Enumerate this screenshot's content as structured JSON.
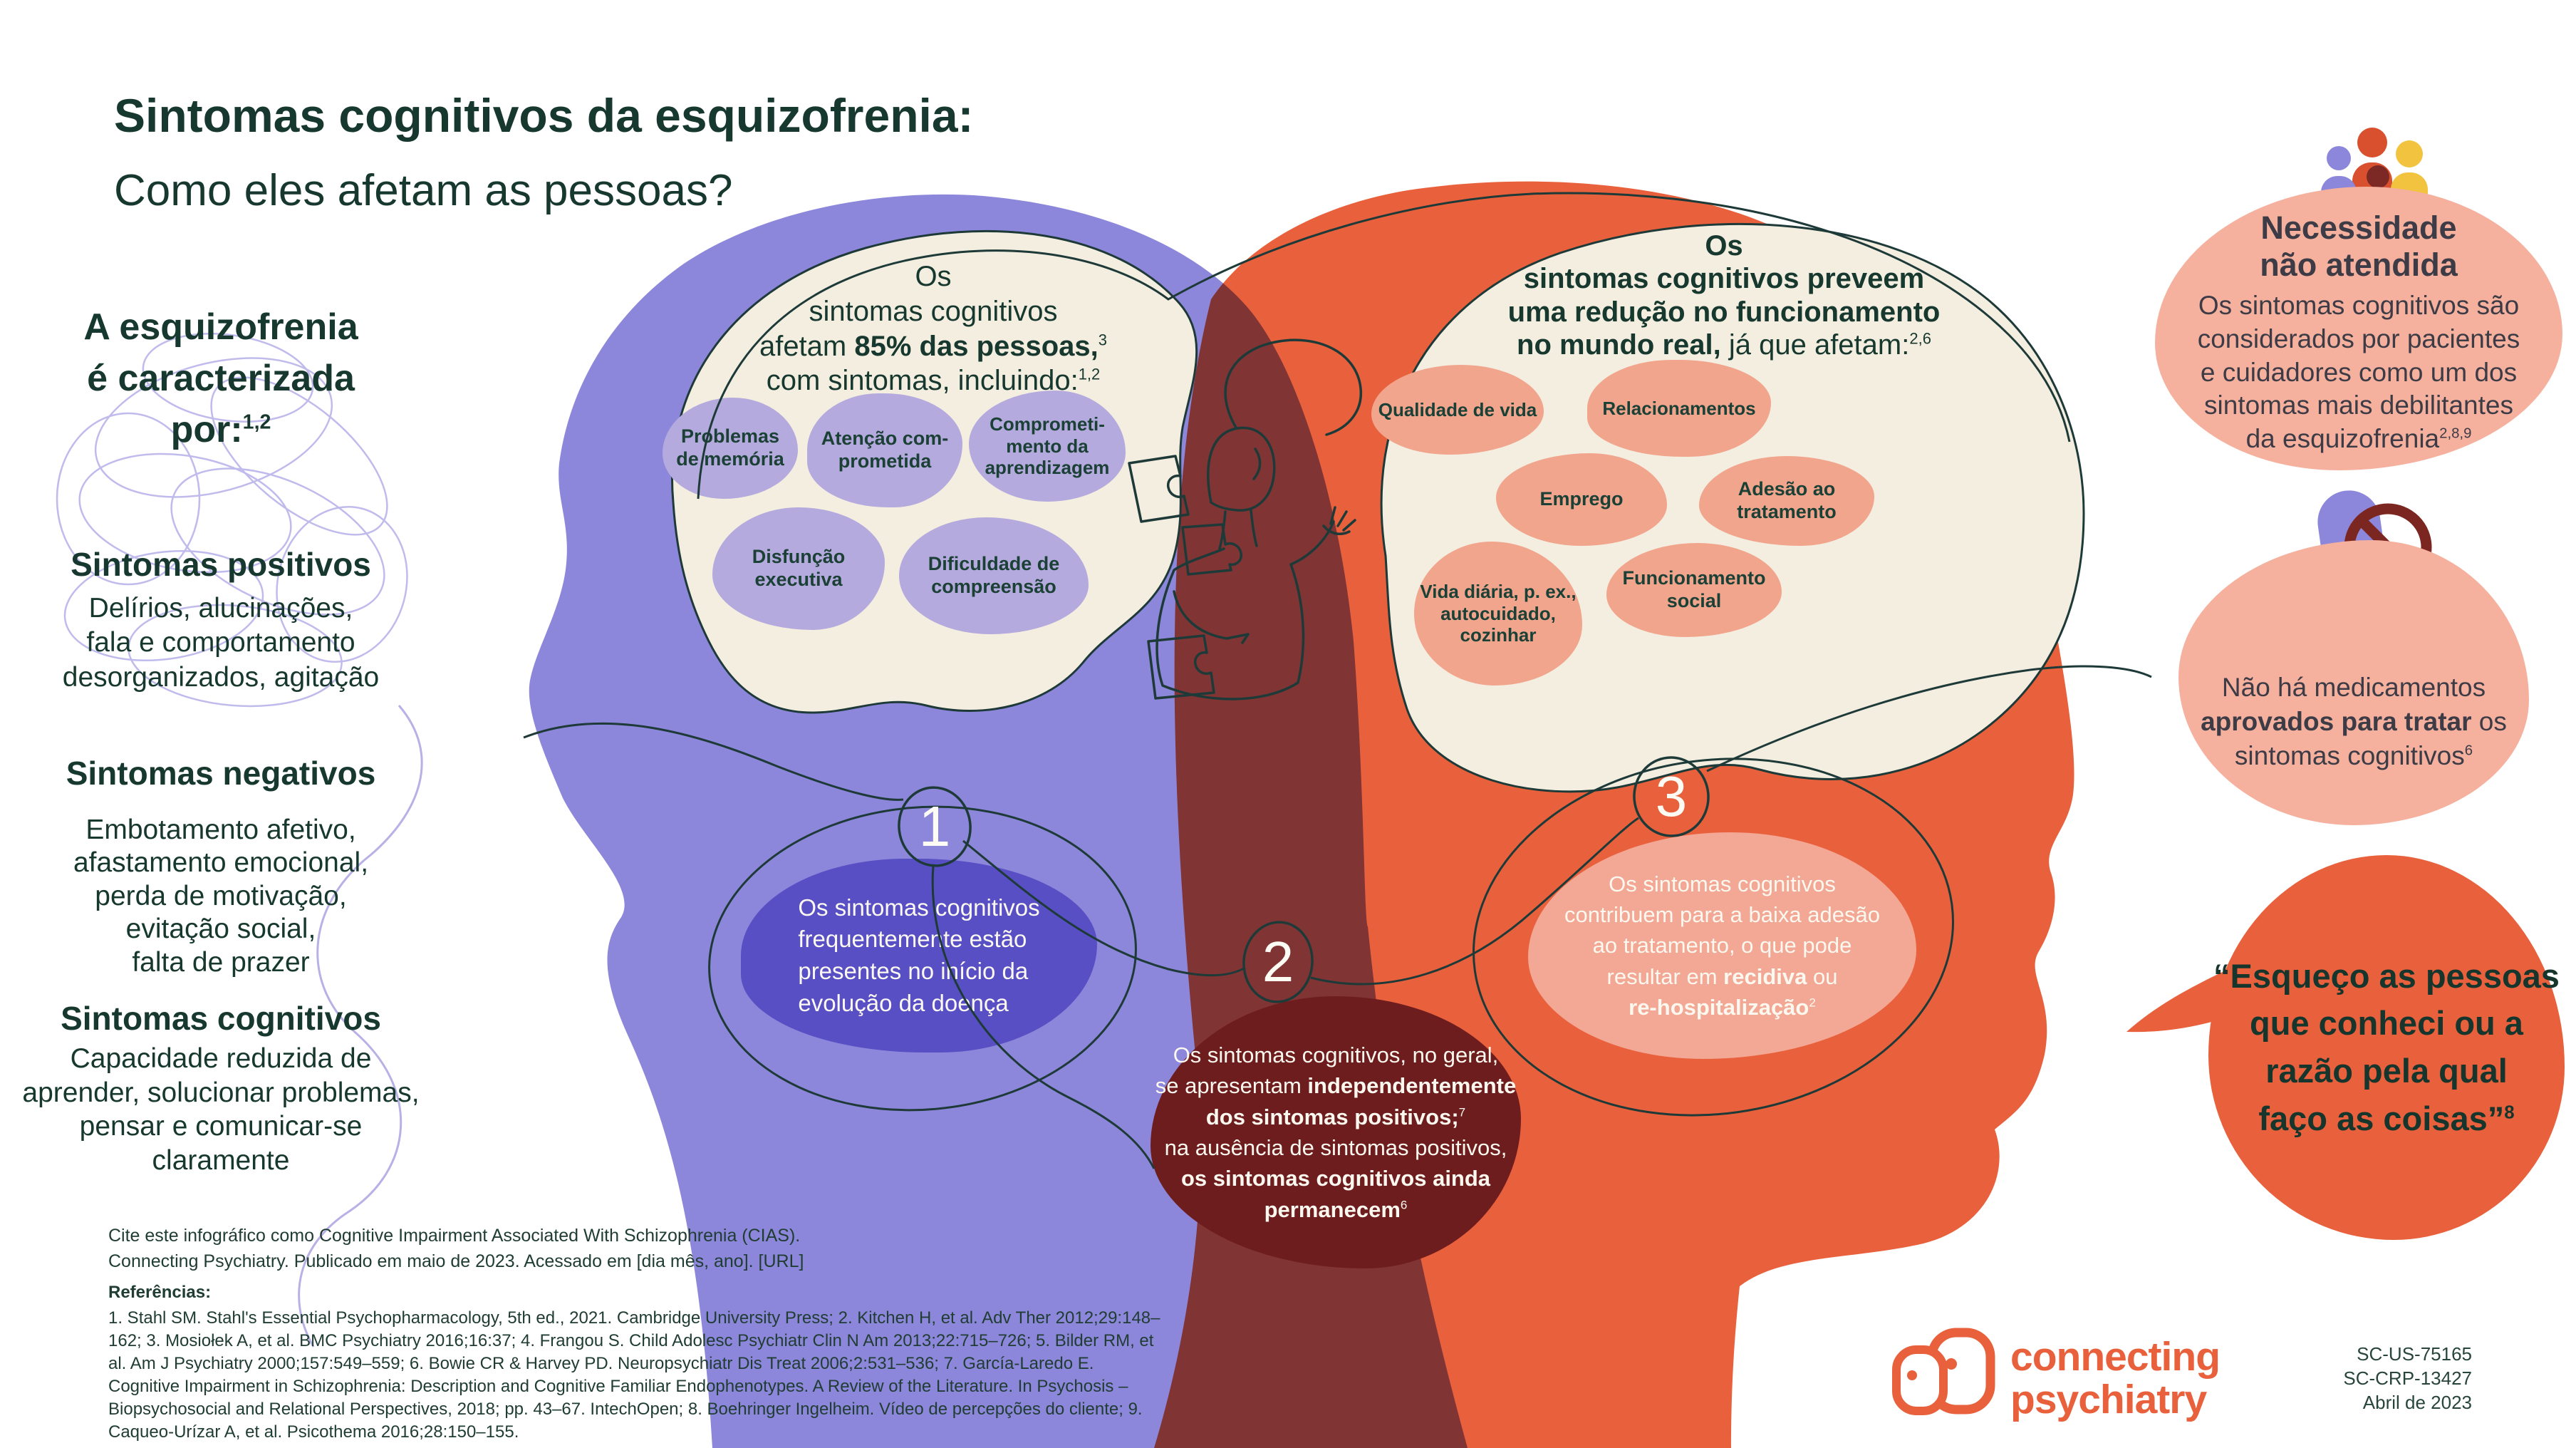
{
  "title": {
    "line1": "Sintomas cognitivos da esquizofrenia:",
    "line2": "Como eles afetam as pessoas?"
  },
  "left": {
    "intro_segments": [
      {
        "text": "A esquizofrenia\né caracterizada\npor:"
      },
      {
        "text": "1,2",
        "sup": true
      }
    ],
    "sections": [
      {
        "heading": "Sintomas positivos",
        "body": "Delírios, alucinações,\nfala e comportamento\ndesorganizados, agitação"
      },
      {
        "heading": "Sintomas negativos",
        "body": "Embotamento afetivo,\nafastamento emocional,\nperda de motivação,\nevitação social,\nfalta de prazer"
      },
      {
        "heading": "Sintomas cognitivos",
        "body": "Capacidade reduzida de\naprender, solucionar problemas,\npensar e comunicar-se\nclaramente"
      }
    ]
  },
  "purple_head": {
    "intro_segments": [
      {
        "text": "Os\nsintomas cognitivos\nafetam "
      },
      {
        "text": "85% das pessoas,",
        "bold": true
      },
      {
        "text": "3",
        "sup": true
      },
      {
        "text": "\ncom sintomas, incluindo:"
      },
      {
        "text": "1,2",
        "sup": true
      }
    ],
    "bubbles": [
      "Problemas\nde memória",
      "Atenção com-\nprometida",
      "Comprometi-\nmento da\naprendizagem",
      "Disfunção\nexecutiva",
      "Dificuldade de\ncompreensão"
    ]
  },
  "orange_head": {
    "intro_segments": [
      {
        "text": "Os\nsintomas cognitivos preveem\numa redução no funcionamento\nno mundo real,",
        "bold": true
      },
      {
        "text": " já que afetam:"
      },
      {
        "text": "2,6",
        "sup": true
      }
    ],
    "bubbles": [
      "Qualidade de vida",
      "Relacionamentos",
      "Emprego",
      "Adesão ao\ntratamento",
      "Vida diária, p. ex.,\nautocuidado,\ncozinhar",
      "Funcionamento\nsocial"
    ]
  },
  "callouts": [
    {
      "number": "1",
      "segments": [
        {
          "text": "Os sintomas cognitivos\nfrequentemente estão\npresentes no início da\nevolução da doença"
        }
      ]
    },
    {
      "number": "2",
      "segments": [
        {
          "text": "Os sintomas cognitivos, no geral,\nse apresentam "
        },
        {
          "text": "independentemente\ndos sintomas positivos;",
          "bold": true
        },
        {
          "text": "7",
          "sup": true
        },
        {
          "text": "\nna ausência de sintomas positivos,\n"
        },
        {
          "text": "os sintomas cognitivos ainda\npermanecem",
          "bold": true
        },
        {
          "text": "6",
          "sup": true
        }
      ]
    },
    {
      "number": "3",
      "segments": [
        {
          "text": "Os sintomas cognitivos\ncontribuem para a baixa adesão\nao tratamento, o que pode\nresultar em "
        },
        {
          "text": "recidiva",
          "bold": true
        },
        {
          "text": " ou\n"
        },
        {
          "text": "re-hospitalização",
          "bold": true
        },
        {
          "text": "2",
          "sup": true
        }
      ]
    }
  ],
  "right": {
    "unmet": {
      "heading": "Necessidade\nnão atendida",
      "body_segments": [
        {
          "text": "Os sintomas cognitivos são\nconsiderados por pacientes\ne cuidadores como um dos\nsintomas mais debilitantes\nda esquizofrenia"
        },
        {
          "text": "2,8,9",
          "sup": true
        }
      ]
    },
    "no_meds_segments": [
      {
        "text": "Não há medicamentos\n"
      },
      {
        "text": "aprovados para tratar",
        "bold": true
      },
      {
        "text": " os\nsintomas cognitivos"
      },
      {
        "text": "6",
        "sup": true
      }
    ],
    "quote_segments": [
      {
        "text": "“Esqueço as pessoas\nque conheci ou a\nrazão pela qual\nfaço as coisas”"
      },
      {
        "text": "8",
        "sup": true
      }
    ]
  },
  "footer": {
    "citation": "Cite este infográfico como Cognitive Impairment Associated With Schizophrenia (CIAS).\nConnecting Psychiatry. Publicado em maio de 2023. Acessado em [dia mês, ano]. [URL]",
    "references_heading": "Referências:",
    "references": "1. Stahl SM. Stahl's Essential Psychopharmacology, 5th ed., 2021. Cambridge University Press; 2. Kitchen H, et al. Adv Ther 2012;29:148–162; 3. Mosiołek A, et al. BMC Psychiatry 2016;16:37; 4. Frangou S. Child Adolesc Psychiatr Clin N Am 2013;22:715–726; 5. Bilder RM, et al. Am J Psychiatry 2000;157:549–559; 6. Bowie CR & Harvey PD. Neuropsychiatr Dis Treat 2006;2:531–536; 7. García-Laredo E. Cognitive Impairment in Schizophrenia: Description and Cognitive Familiar Endophenotypes. A Review of the Literature. In Psychosis – Biopsychosocial and Relational Perspectives, 2018; pp. 43–67. IntechOpen; 8. Boehringer Ingelheim. Vídeo de percepções do cliente; 9. Caqueo-Urízar A, et al. Psicothema 2016;28:150–155.",
    "logo_line1": "connecting",
    "logo_line2": "psychiatry",
    "codes": [
      "SC-US-75165",
      "SC-CRP-13427",
      "Abril de 2023"
    ]
  },
  "colors": {
    "purple_head": "#8d87db",
    "orange_head": "#e8613c",
    "overlap_maroon": "#803333",
    "cream": "#f4eee1",
    "purple_bubble": "#b4aadd",
    "salmon_bubble": "#f2a58d",
    "right_bubble": "#f5b19e",
    "callout1_bg": "#584fc4",
    "callout2_bg": "#6e1d1f",
    "callout3_bg": "#f3a795",
    "dark_green_text": "#17382e",
    "charcoal_text": "#3d3c46",
    "line_ink": "#1e3a38",
    "logo_orange": "#e8613c"
  }
}
